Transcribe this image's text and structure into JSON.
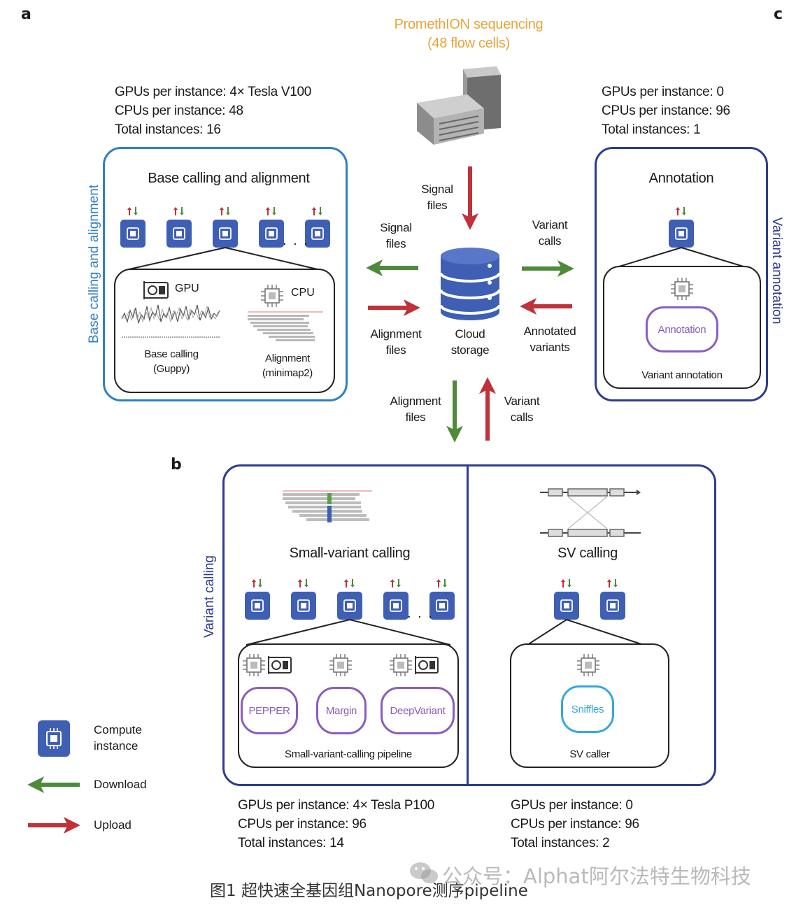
{
  "panels": {
    "a": "a",
    "b": "b",
    "c": "c"
  },
  "sequencer": {
    "line1": "PromethION sequencing",
    "line2": "(48 flow cells)"
  },
  "panel_a": {
    "stats": [
      "GPUs per instance: 4× Tesla V100",
      "CPUs per instance: 48",
      "Total instances: 16"
    ],
    "title": "Base calling and alignment",
    "side_label": "Base calling and alignment",
    "gpu_label": "GPU",
    "cpu_label": "CPU",
    "step1": [
      "Base calling",
      "(Guppy)"
    ],
    "step2": [
      "Alignment",
      "(minimap2)"
    ],
    "ellipsis": ". . ."
  },
  "panel_c": {
    "stats": [
      "GPUs per instance: 0",
      "CPUs per instance: 96",
      "Total instances: 1"
    ],
    "title": "Annotation",
    "side_label": "Variant annotation",
    "node": "Annotation",
    "caption": "Variant annotation"
  },
  "center": {
    "storage": [
      "Cloud",
      "storage"
    ],
    "signal_in": [
      "Signal",
      "files"
    ],
    "signal_out": [
      "Signal",
      "files"
    ],
    "alignment_in": [
      "Alignment",
      "files"
    ],
    "variant_out": [
      "Variant",
      "calls"
    ],
    "annotated_in": [
      "Annotated",
      "variants"
    ],
    "alignment_down": [
      "Alignment",
      "files"
    ],
    "variant_up": [
      "Variant",
      "calls"
    ]
  },
  "panel_b": {
    "side_label": "Variant calling",
    "small_title": "Small-variant calling",
    "sv_title": "SV calling",
    "nodes": [
      "PEPPER",
      "Margin",
      "DeepVariant"
    ],
    "pipeline_caption": "Small-variant-calling pipeline",
    "sv_node": "Sniffles",
    "sv_caption": "SV caller",
    "ellipsis": ". . .",
    "stats_left": [
      "GPUs per instance: 4× Tesla P100",
      "CPUs per instance: 96",
      "Total instances: 14"
    ],
    "stats_right": [
      "GPUs per instance: 0",
      "CPUs per instance: 96",
      "Total instances: 2"
    ]
  },
  "legend": {
    "compute": [
      "Compute",
      "instance"
    ],
    "download": "Download",
    "upload": "Upload"
  },
  "caption": "图1 超快速全基因组Nanopore测序pipeline",
  "watermark": "公众号：Alphat阿尔法特生物科技",
  "colors": {
    "panel_a_border": "#2f7fc4",
    "panel_bc_border": "#2e3b8f",
    "chip": "#3f5fb5",
    "download": "#4e8a3a",
    "upload": "#c0313a",
    "sequencer_text": "#e8a43a",
    "purple_node": "#8a5cc0",
    "sv_node": "#35a7e0"
  },
  "icons": [
    "server-icon",
    "database-icon",
    "chip-icon",
    "gpu-card-icon",
    "cpu-icon",
    "signal-trace-icon",
    "read-pileup-icon",
    "sv-diagram-icon"
  ]
}
